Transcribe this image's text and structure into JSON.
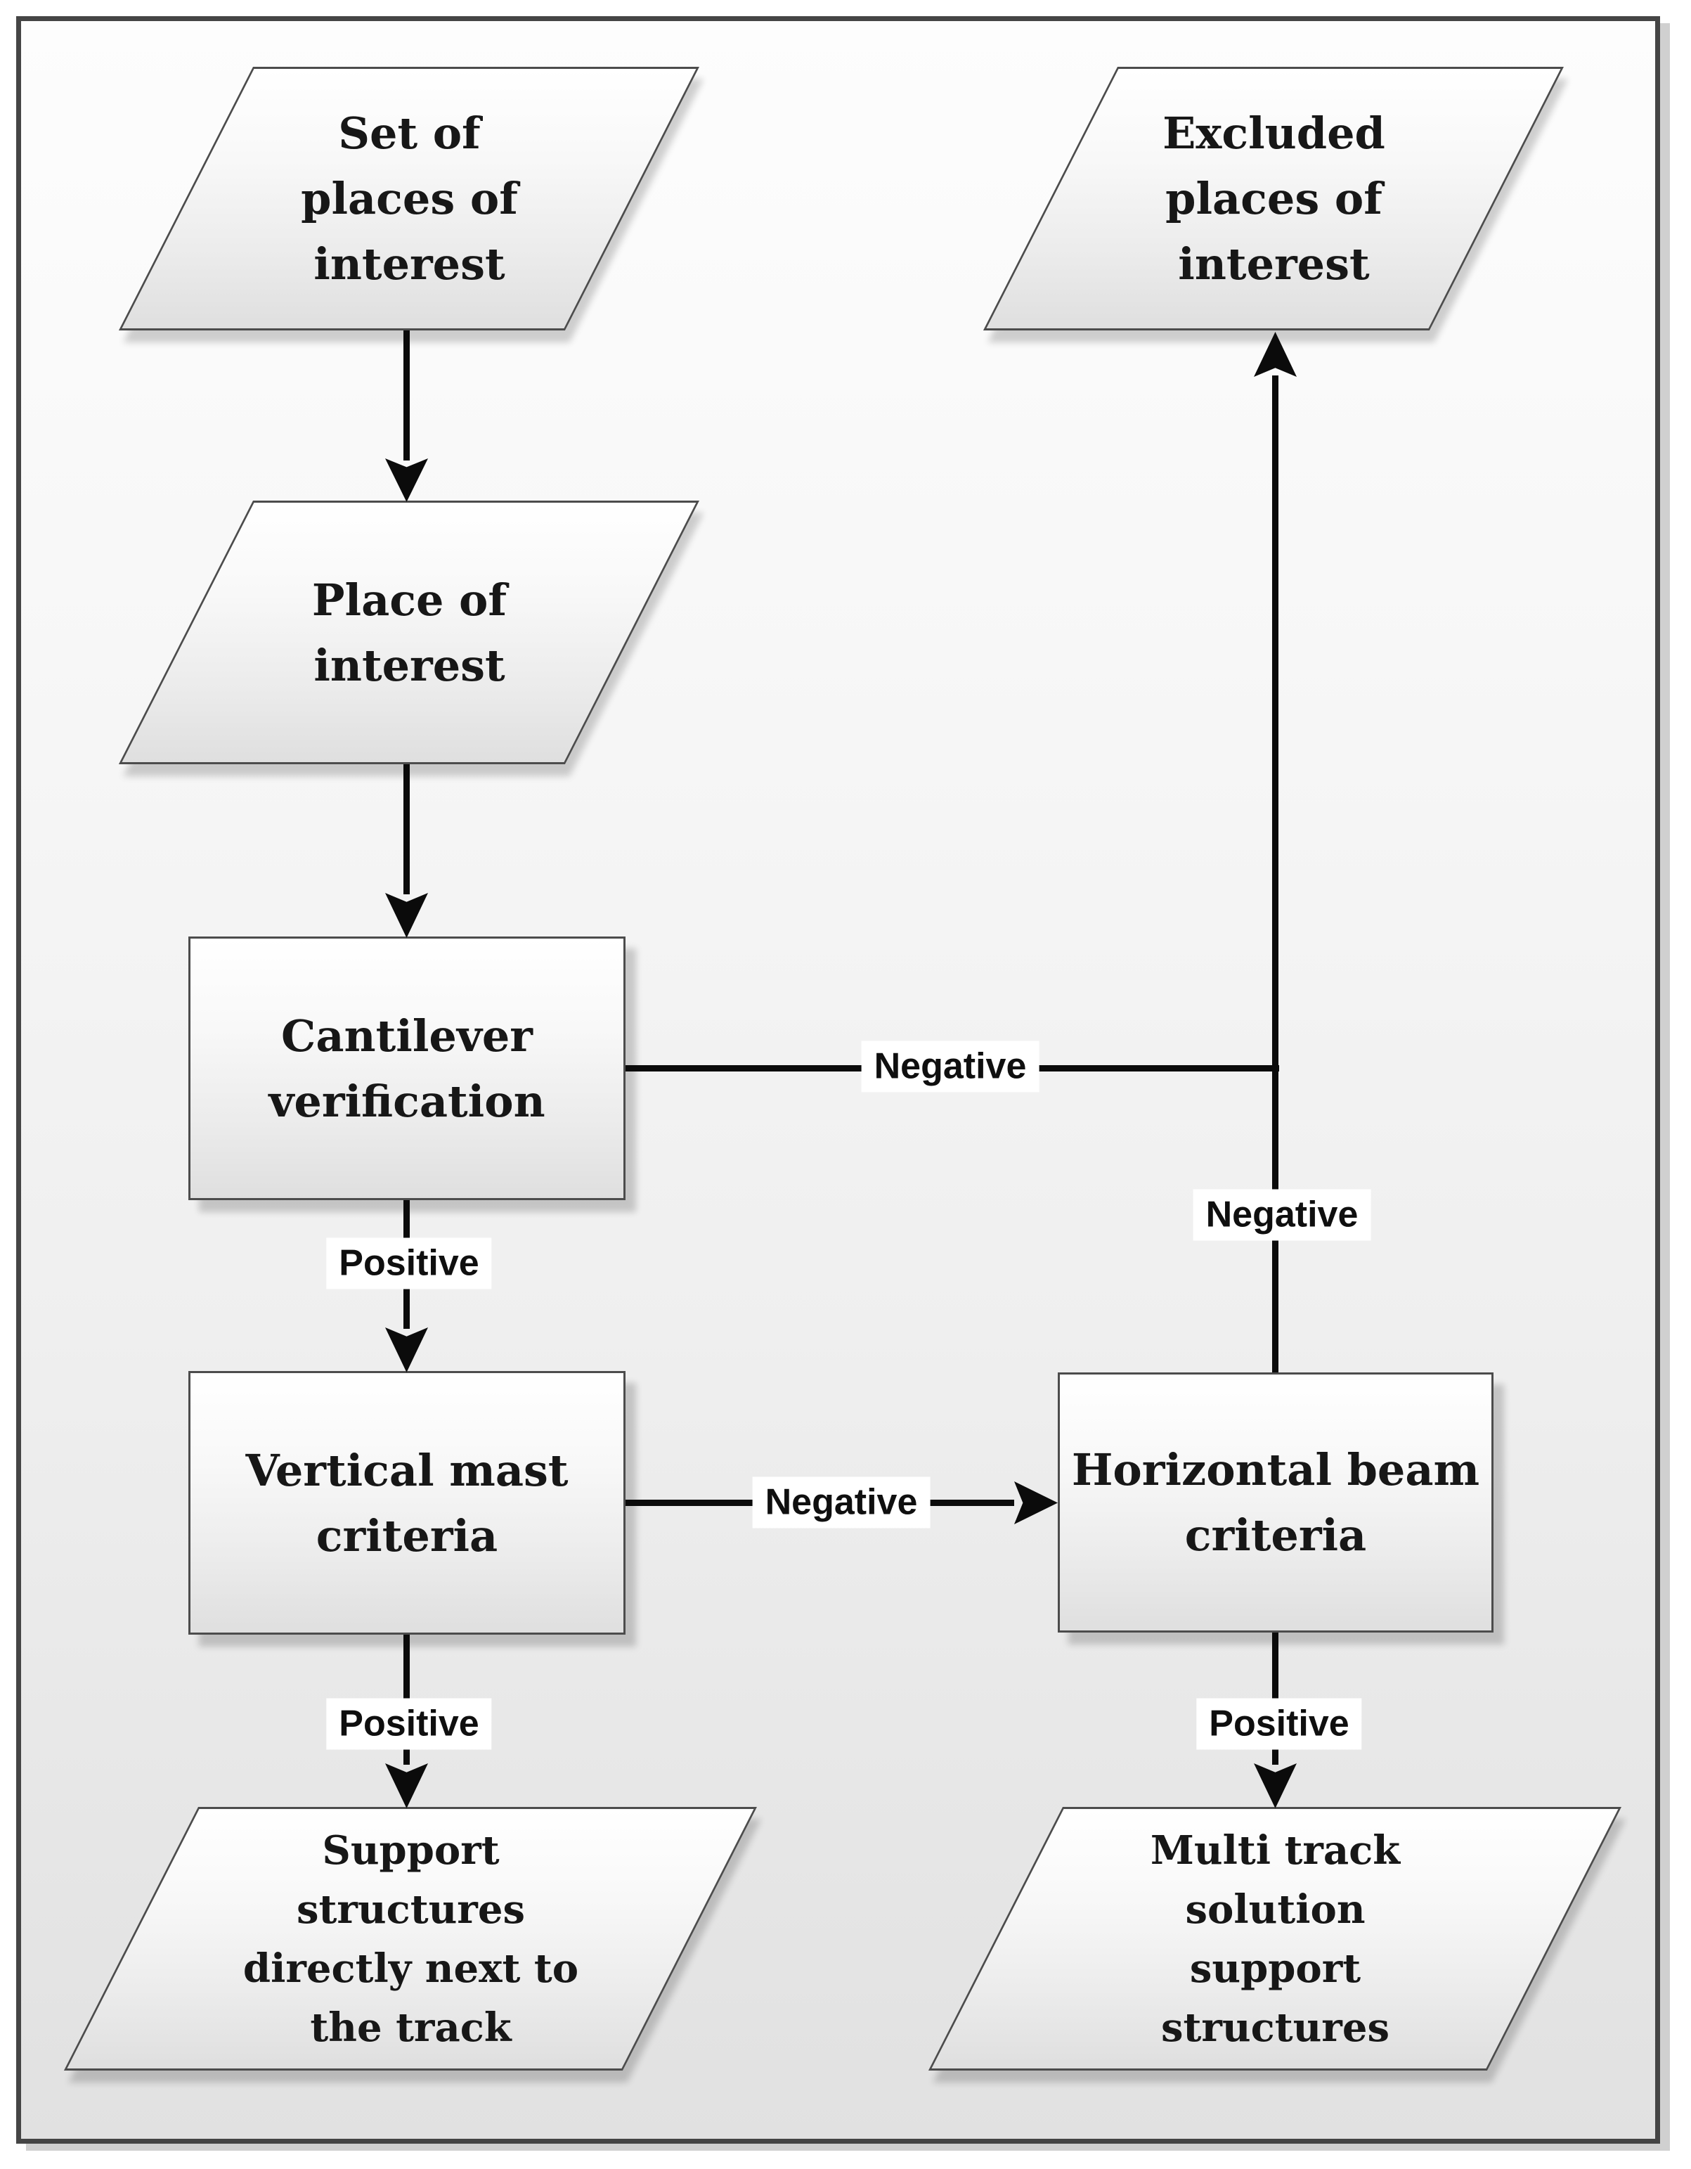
{
  "diagram": {
    "type": "flowchart",
    "nodes": {
      "set_of_places": {
        "shape": "parallelogram",
        "text": "Set of\nplaces of\ninterest"
      },
      "excluded_places": {
        "shape": "parallelogram",
        "text": "Excluded\nplaces of\ninterest"
      },
      "place_of_interest": {
        "shape": "parallelogram",
        "text": "Place of\ninterest"
      },
      "cantilever_verification": {
        "shape": "process",
        "text": "Cantilever\nverification"
      },
      "vertical_mast_criteria": {
        "shape": "process",
        "text": "Vertical mast\ncriteria"
      },
      "horizontal_beam_criteria": {
        "shape": "process",
        "text": "Horizontal beam\ncriteria"
      },
      "support_structures": {
        "shape": "parallelogram",
        "text": "Support\nstructures\ndirectly next to\nthe track"
      },
      "multi_track": {
        "shape": "parallelogram",
        "text": "Multi track\nsolution\nsupport\nstructures"
      }
    },
    "edges": [
      {
        "from": "set_of_places",
        "to": "place_of_interest",
        "label": ""
      },
      {
        "from": "place_of_interest",
        "to": "cantilever_verification",
        "label": ""
      },
      {
        "from": "cantilever_verification",
        "to": "vertical_mast_criteria",
        "label": "Positive"
      },
      {
        "from": "cantilever_verification",
        "to": "excluded_places",
        "label": "Negative"
      },
      {
        "from": "vertical_mast_criteria",
        "to": "horizontal_beam_criteria",
        "label": "Negative"
      },
      {
        "from": "vertical_mast_criteria",
        "to": "support_structures",
        "label": "Positive"
      },
      {
        "from": "horizontal_beam_criteria",
        "to": "excluded_places",
        "label": "Negative"
      },
      {
        "from": "horizontal_beam_criteria",
        "to": "multi_track",
        "label": "Positive"
      }
    ],
    "colors": {
      "connector": "#0b0b0b",
      "shape_border": "#4c4c4c",
      "shape_fill_top": "#ffffff",
      "shape_fill_bottom": "#dfdfdf",
      "frame_border": "#454545",
      "label_background": "#ffffff",
      "text": "#171717"
    }
  }
}
